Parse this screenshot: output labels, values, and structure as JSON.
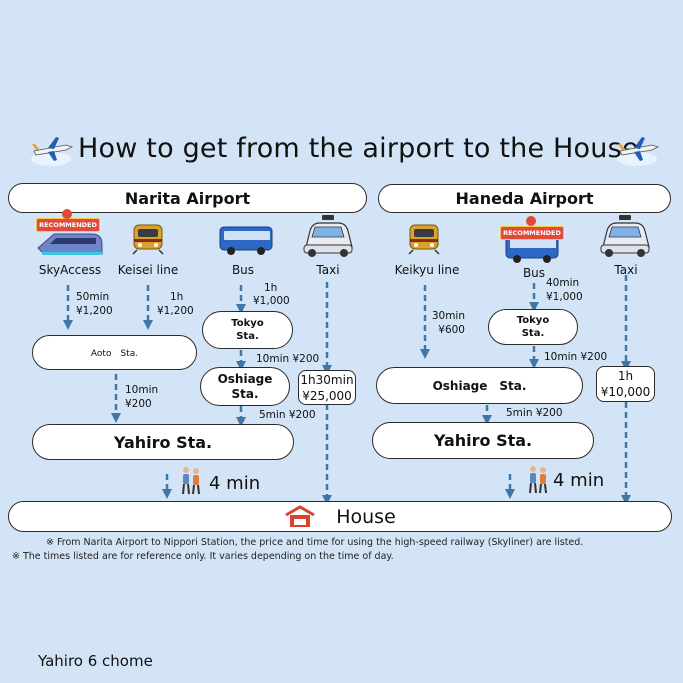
{
  "title": "How to get from the airport to the House",
  "narita": {
    "header": "Narita Airport",
    "modes": [
      "SkyAccess",
      "Keisei line",
      "Bus",
      "Taxi"
    ],
    "skyaccess_time": "50min",
    "skyaccess_price": "¥1,200",
    "keisei_time": "1h",
    "keisei_price": "¥1,200",
    "bus_time": "1h",
    "bus_price": "¥1,000",
    "aoto": "Aoto　Sta.",
    "tokyo_line1": "Tokyo",
    "tokyo_line2": "Sta.",
    "tokyo_oshiage": "10min ¥200",
    "oshiage_line1": "Oshiage",
    "oshiage_line2": "Sta.",
    "aoto_yahiro_time": "10min",
    "aoto_yahiro_price": "¥200",
    "oshiage_yahiro": "5min ¥200",
    "taxi_time": "1h30min",
    "taxi_price": "¥25,000",
    "yahiro": "Yahiro Sta.",
    "walk": "4 min",
    "recommended": "RECOMMENDED"
  },
  "haneda": {
    "header": "Haneda Airport",
    "modes": [
      "Keikyu line",
      "Bus",
      "Taxi"
    ],
    "keikyu_time": "30min",
    "keikyu_price": "¥600",
    "bus_time": "40min",
    "bus_price": "¥1,000",
    "tokyo_line1": "Tokyo",
    "tokyo_line2": "Sta.",
    "tokyo_oshiage": "10min ¥200",
    "oshiage": "Oshiage　Sta.",
    "oshiage_yahiro": "5min ¥200",
    "taxi_time": "1h",
    "taxi_price": "¥10,000",
    "yahiro": "Yahiro Sta.",
    "walk": "4 min",
    "recommended": "RECOMMENDED"
  },
  "house": "House",
  "notes": [
    "※ From Narita Airport to Nippori Station, the price and time for using the high-speed railway (Skyliner) are listed.",
    "※ The times listed are for reference only. It varies depending on the time of day."
  ],
  "footer": "Yahiro 6 chome",
  "colors": {
    "background": "#d3e4f6",
    "arrow": "#3f78a8",
    "house_icon": "#d9442f"
  }
}
